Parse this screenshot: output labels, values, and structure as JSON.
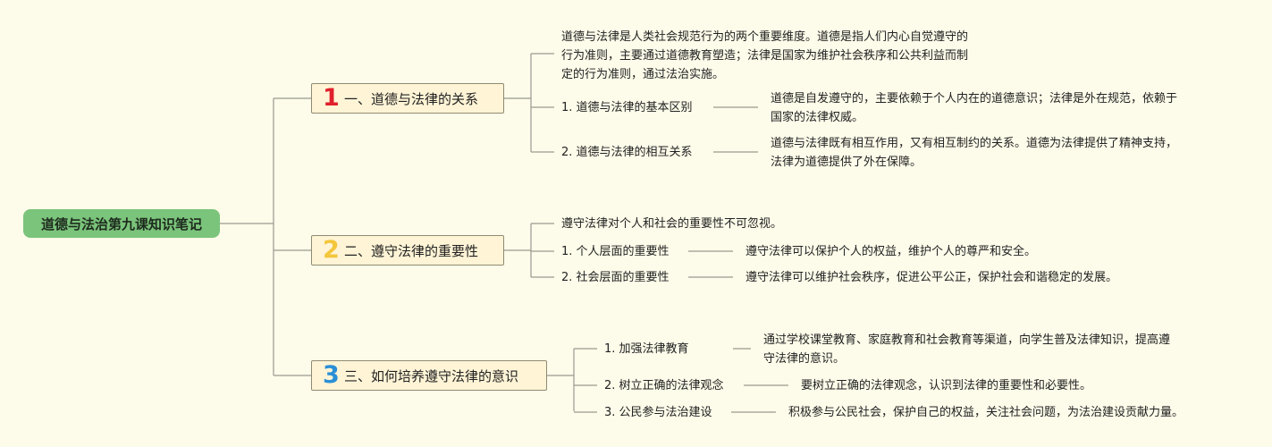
{
  "root": {
    "title": "道德与法治第九课知识笔记"
  },
  "sections": [
    {
      "number": "1",
      "title": "一、道德与法律的关系",
      "summary_lines": [
        "道德与法律是人类社会规范行为的两个重要维度。道德是指人们内心自觉遵守的",
        "行为准则，主要通过道德教育塑造；法律是国家为维护社会秩序和公共利益而制",
        "定的行为准则，通过法治实施。"
      ],
      "items": [
        {
          "label": "1. 道德与法律的基本区别",
          "detail_lines": [
            "道德是自发遵守的，主要依赖于个人内在的道德意识；法律是外在规范，依赖于",
            "国家的法律权威。"
          ]
        },
        {
          "label": "2. 道德与法律的相互关系",
          "detail_lines": [
            "道德与法律既有相互作用，又有相互制约的关系。道德为法律提供了精神支持，",
            "法律为道德提供了外在保障。"
          ]
        }
      ]
    },
    {
      "number": "2",
      "title": "二、遵守法律的重要性",
      "summary_lines": [
        "遵守法律对个人和社会的重要性不可忽视。"
      ],
      "items": [
        {
          "label": "1. 个人层面的重要性",
          "detail_lines": [
            "遵守法律可以保护个人的权益，维护个人的尊严和安全。"
          ]
        },
        {
          "label": "2. 社会层面的重要性",
          "detail_lines": [
            "遵守法律可以维护社会秩序，促进公平公正，保护社会和谐稳定的发展。"
          ]
        }
      ]
    },
    {
      "number": "3",
      "title": "三、如何培养遵守法律的意识",
      "summary_lines": [],
      "items": [
        {
          "label": "1. 加强法律教育",
          "detail_lines": [
            "通过学校课堂教育、家庭教育和社会教育等渠道，向学生普及法律知识，提高遵",
            "守法律的意识。"
          ]
        },
        {
          "label": "2. 树立正确的法律观念",
          "detail_lines": [
            "要树立正确的法律观念，认识到法律的重要性和必要性。"
          ]
        },
        {
          "label": "3. 公民参与法治建设",
          "detail_lines": [
            "积极参与公民社会，保护自己的权益，关注社会问题，为法治建设贡献力量。"
          ]
        }
      ]
    }
  ]
}
